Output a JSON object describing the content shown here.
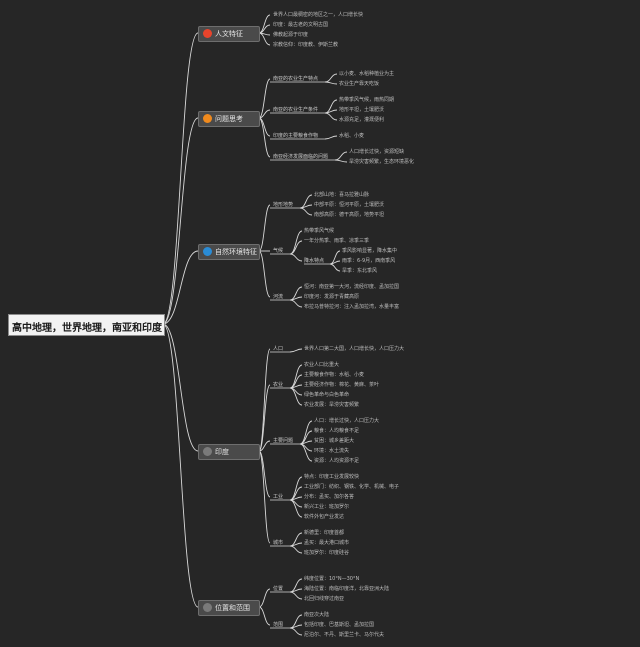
{
  "root": {
    "title": "高中地理，世界地理，南亚和印度"
  },
  "branches": [
    {
      "label": "人文特征",
      "color": "#e8442c",
      "items": [
        "世界人口最稠密的地区之一，人口增长快",
        "印度：最古老的文明古国",
        "佛教起源于印度",
        "宗教信仰：印度教、伊斯兰教"
      ]
    },
    {
      "label": "问题思考",
      "color": "#f08a1d",
      "groups": [
        {
          "label": "南亚的农业生产特点",
          "items": [
            "以小麦、水稻种植业为主",
            "农业生产靠天吃饭"
          ]
        },
        {
          "label": "南亚的农业生产条件",
          "items": [
            "热带季风气候，雨热同期",
            "地形平坦，土壤肥沃",
            "水源充足，灌溉便利"
          ]
        },
        {
          "label": "印度的主要粮食作物",
          "items": [
            "水稻、小麦"
          ]
        },
        {
          "label": "南亚经济发展面临的问题",
          "items": [
            "人口增长过快，资源短缺",
            "旱涝灾害频繁，生态环境恶化"
          ]
        }
      ]
    },
    {
      "label": "自然环境特征",
      "color": "#2a8cd6",
      "groups": [
        {
          "label": "地形地势",
          "items": [
            "北部山地：喜马拉雅山脉",
            "中部平原：恒河平原，土壤肥沃",
            "南部高原：德干高原，地势平坦"
          ]
        },
        {
          "label": "气候",
          "items": [
            "热带季风气候",
            "一年分热季、雨季、凉季三季"
          ],
          "subgroups": [
            {
              "label": "降水特点",
              "items": [
                "季风影响显著，降水集中",
                "雨季：6-9月，西南季风",
                "旱季：东北季风"
              ]
            }
          ]
        },
        {
          "label": "河流",
          "items": [
            "恒河：南亚第一大河，流经印度、孟加拉国",
            "印度河：发源于青藏高原",
            "布拉马普特拉河：注入孟加拉湾，水量丰富"
          ]
        }
      ]
    },
    {
      "label": "印度",
      "color": "#7a7a7a",
      "groups": [
        {
          "label": "人口",
          "items": [
            "世界人口第二大国，人口增长快，人口压力大"
          ]
        },
        {
          "label": "农业",
          "items": [
            "农业人口比重大",
            "主要粮食作物：水稻、小麦",
            "主要经济作物：棉花、黄麻、茶叶",
            "绿色革命与白色革命",
            "农业发展：旱涝灾害频繁"
          ]
        },
        {
          "label": "主要问题",
          "items": [
            "人口：增长过快，人口压力大",
            "粮食：人均粮食不足",
            "贫困：城乡差距大",
            "环境：水土流失",
            "资源：人均资源不足"
          ]
        },
        {
          "label": "工业",
          "items": [
            "特点：印度工业发展较快",
            "工业部门：纺织、钢铁、化学、机械、电子",
            "分布：孟买、加尔各答",
            "新兴工业：班加罗尔",
            "软件外包产业发达"
          ]
        },
        {
          "label": "城市",
          "items": [
            "新德里：印度首都",
            "孟买：最大港口城市",
            "班加罗尔：印度硅谷"
          ]
        }
      ]
    },
    {
      "label": "位置和范围",
      "color": "#7a7a7a",
      "groups": [
        {
          "label": "位置",
          "items": [
            "纬度位置：10°N—30°N",
            "海陆位置：南临印度洋，北靠亚洲大陆",
            "北回归线穿过南亚"
          ]
        },
        {
          "label": "范围",
          "items": [
            "南亚次大陆",
            "包括印度、巴基斯坦、孟加拉国",
            "尼泊尔、不丹、斯里兰卡、马尔代夫"
          ]
        }
      ]
    }
  ]
}
